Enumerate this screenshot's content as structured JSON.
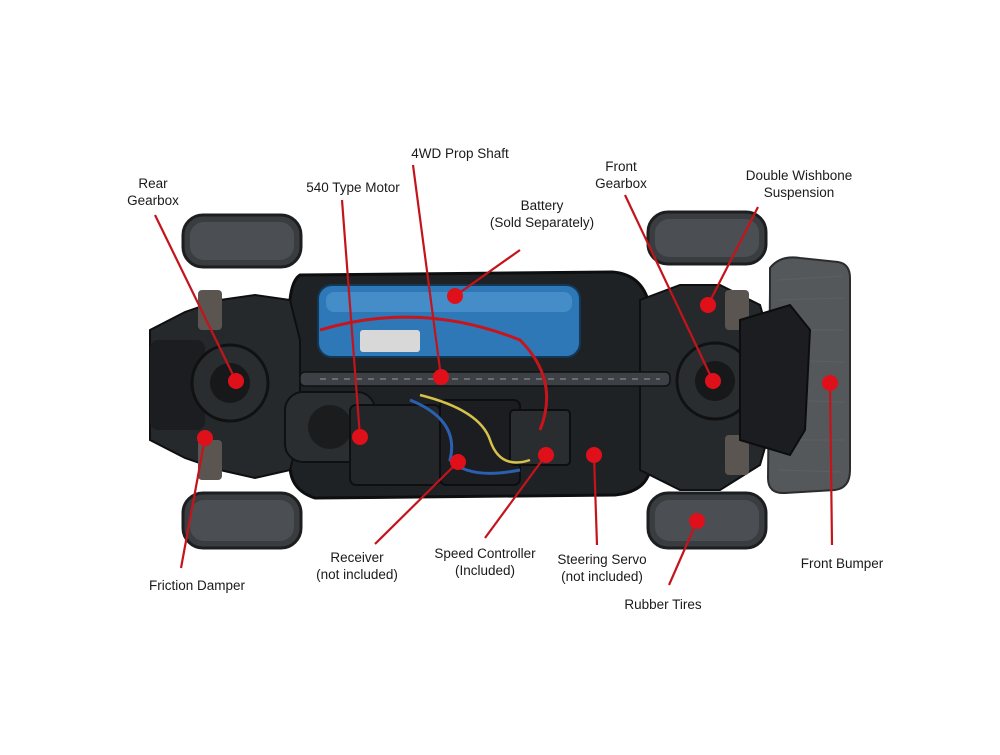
{
  "colors": {
    "background": "#ffffff",
    "callout_line": "#c4141b",
    "callout_dot": "#e0101a",
    "chassis": "#1f2225",
    "battery": "#2e78b8",
    "tire": "#3a3d40",
    "bumper": "#4a4c4f"
  },
  "labels": {
    "rear_gearbox": [
      "Rear",
      "Gearbox"
    ],
    "motor": "540 Type Motor",
    "prop_shaft": "4WD Prop Shaft",
    "battery": [
      "Battery",
      "(Sold Separately)"
    ],
    "front_gearbox": [
      "Front",
      "Gearbox"
    ],
    "double_wishbone": [
      "Double Wishbone",
      "Suspension"
    ],
    "friction_damper": "Friction Damper",
    "receiver": [
      "Receiver",
      "(not included)"
    ],
    "speed_controller": [
      "Speed Controller",
      "(Included)"
    ],
    "steering_servo": [
      "Steering Servo",
      "(not included)"
    ],
    "rubber_tires": "Rubber Tires",
    "front_bumper": "Front Bumper"
  }
}
